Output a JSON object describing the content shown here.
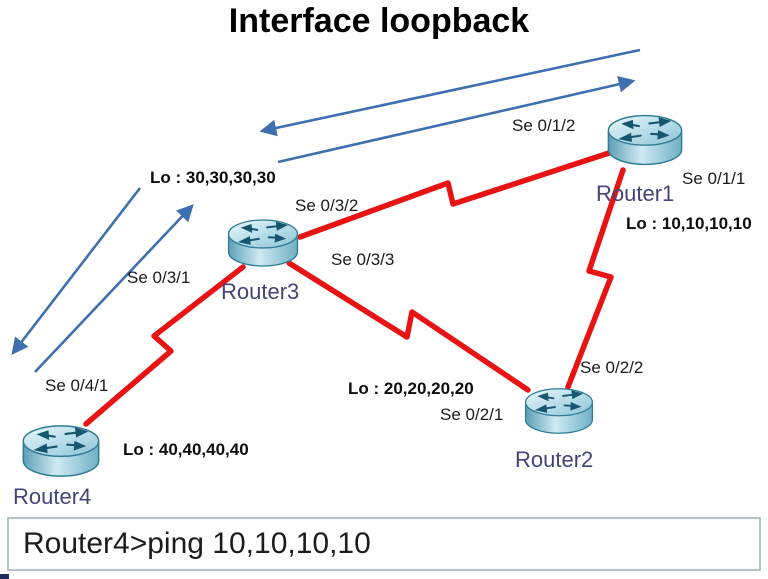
{
  "title": "Interface loopback",
  "colors": {
    "link": "#e81313",
    "arrow": "#3e6fae",
    "router_name": "#434577"
  },
  "routers": [
    {
      "name": "Router1",
      "loopback": "Lo : 10,10,10,10"
    },
    {
      "name": "Router2",
      "loopback": "Lo : 20,20,20,20"
    },
    {
      "name": "Router3",
      "loopback": "Lo : 30,30,30,30"
    },
    {
      "name": "Router4",
      "loopback": "Lo : 40,40,40,40"
    }
  ],
  "ports": {
    "r1_left": "Se 0/1/2",
    "r1_right": "Se 0/1/1",
    "r3_top": "Se 0/3/2",
    "r3_right": "Se 0/3/3",
    "r3_left": "Se 0/3/1",
    "r4_top": "Se 0/4/1",
    "r2_left": "Se 0/2/1",
    "r2_top": "Se 0/2/2"
  },
  "console": {
    "prompt": "Router4>ping 10,10,10,10"
  }
}
